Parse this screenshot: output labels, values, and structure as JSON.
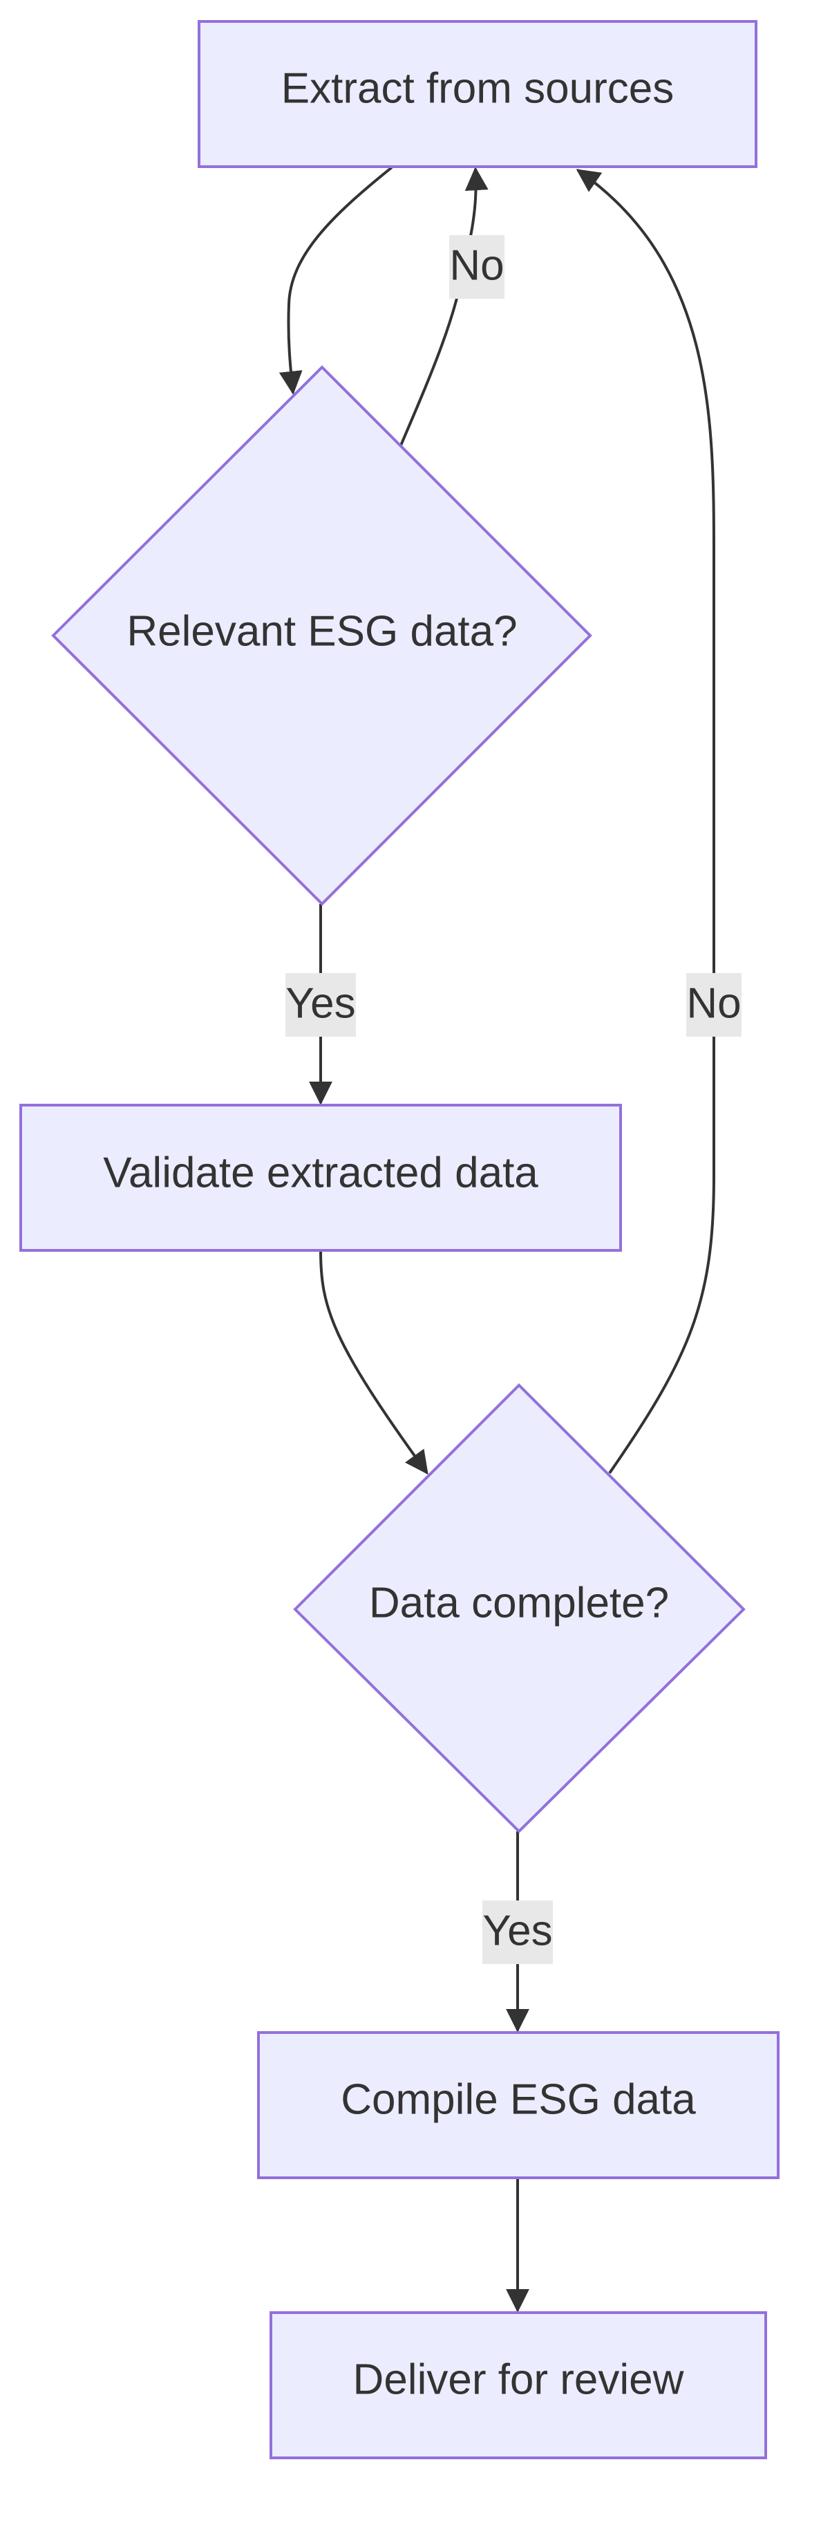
{
  "nodes": {
    "extract": {
      "label": "Extract from sources"
    },
    "relevant": {
      "label": "Relevant ESG data?"
    },
    "validate": {
      "label": "Validate extracted data"
    },
    "complete": {
      "label": "Data complete?"
    },
    "compile": {
      "label": "Compile ESG data"
    },
    "deliver": {
      "label": "Deliver for review"
    }
  },
  "edges": {
    "relevant_no": {
      "label": "No"
    },
    "relevant_yes": {
      "label": "Yes"
    },
    "complete_no": {
      "label": "No"
    },
    "complete_yes": {
      "label": "Yes"
    }
  },
  "colors": {
    "node_fill": "#ECECFF",
    "node_stroke": "#9370DB",
    "edge_stroke": "#333333",
    "label_bg": "#E8E8E8",
    "text": "#333333"
  }
}
